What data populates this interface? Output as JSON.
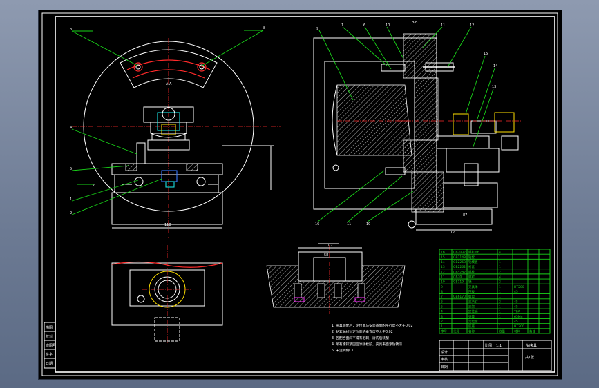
{
  "drawing": {
    "view_labels": {
      "section_a": "A-A",
      "section_b": "B-B",
      "view_c": "C"
    },
    "front_view_callouts": [
      "3",
      "8",
      "4",
      "5",
      "1",
      "2",
      "7"
    ],
    "side_view_callouts": [
      "9",
      "1",
      "6",
      "10",
      "11",
      "12",
      "15",
      "14",
      "13",
      "16",
      "11",
      "10"
    ],
    "dimensions": {
      "front_width": "118",
      "side_bottom": "17",
      "side_inner": "87",
      "detail_width": "102",
      "detail_inner": "58"
    },
    "tech_notes": [
      "1. 夹具装配后，定位面与安装基面的平行度不大于0.02",
      "2. 钻套轴线对定位面的垂直度不大于0.02",
      "3. 各配合面间不得有毛刺，清洗后装配",
      "4. 所有螺钉紧固后涂防松胶，夹具表面涂防锈漆",
      "5. 未注倒角C1"
    ],
    "bom_rows": [
      [
        "16",
        "GB70-85",
        "螺钉M6",
        "4",
        "",
        ""
      ],
      [
        "15",
        "GB2148",
        "钻套",
        "1",
        "",
        ""
      ],
      [
        "14",
        "GB2263",
        "钻模板",
        "1",
        "",
        ""
      ],
      [
        "13",
        "GB2262",
        "衬套",
        "1",
        "",
        ""
      ],
      [
        "12",
        "GB5782",
        "螺栓",
        "2",
        "",
        ""
      ],
      [
        "11",
        "GB70",
        "螺钉",
        "4",
        "",
        ""
      ],
      [
        "10",
        "GB119",
        "销",
        "2",
        "",
        ""
      ],
      [
        "9",
        "",
        "夹具体",
        "1",
        "HT200",
        ""
      ],
      [
        "8",
        "",
        "压板",
        "1",
        "45",
        ""
      ],
      [
        "7",
        "GB6170",
        "螺母",
        "1",
        "",
        ""
      ],
      [
        "6",
        "",
        "支承钉",
        "2",
        "45",
        ""
      ],
      [
        "5",
        "",
        "支架",
        "1",
        "45",
        ""
      ],
      [
        "4",
        "",
        "定位销",
        "1",
        "T8A",
        ""
      ],
      [
        "3",
        "",
        "弹簧",
        "1",
        "65Mn",
        ""
      ],
      [
        "2",
        "",
        "定位盘",
        "1",
        "45",
        ""
      ],
      [
        "1",
        "",
        "底座",
        "1",
        "HT200",
        ""
      ]
    ],
    "bom_header": [
      "序号",
      "代号",
      "名称",
      "数量",
      "材料",
      "备注"
    ],
    "title_block": {
      "title": "钻夹具",
      "scale_label": "比例",
      "scale": "1:1",
      "sheet": "共1张",
      "designer_label": "设计",
      "checker_label": "审核",
      "date_label": "日期"
    },
    "left_strip": [
      "描图",
      "校对",
      "底图号",
      "签字",
      "日期"
    ]
  }
}
